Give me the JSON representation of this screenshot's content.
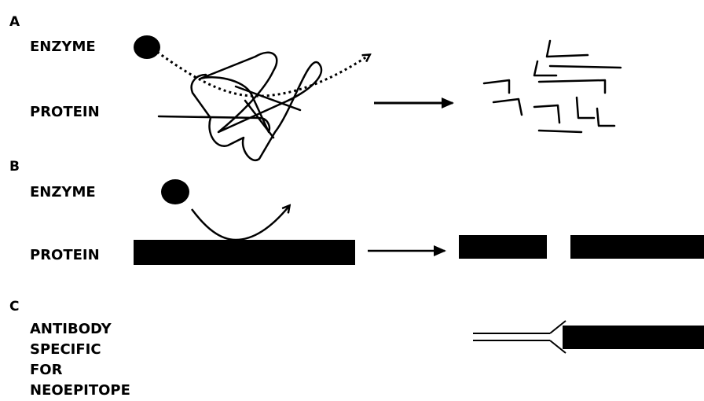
{
  "panel_a": {
    "letter": "A",
    "enzyme_label": "ENZYME",
    "protein_label": "PROTEIN"
  },
  "panel_b": {
    "letter": "B",
    "enzyme_label": "ENZYME",
    "protein_label": "PROTEIN"
  },
  "panel_c": {
    "letter": "C",
    "antibody_label_lines": [
      "ANTIBODY",
      "SPECIFIC",
      "FOR",
      "NEOEPITOPE"
    ]
  },
  "colors": {
    "ink": "#000000",
    "background": "#ffffff"
  }
}
